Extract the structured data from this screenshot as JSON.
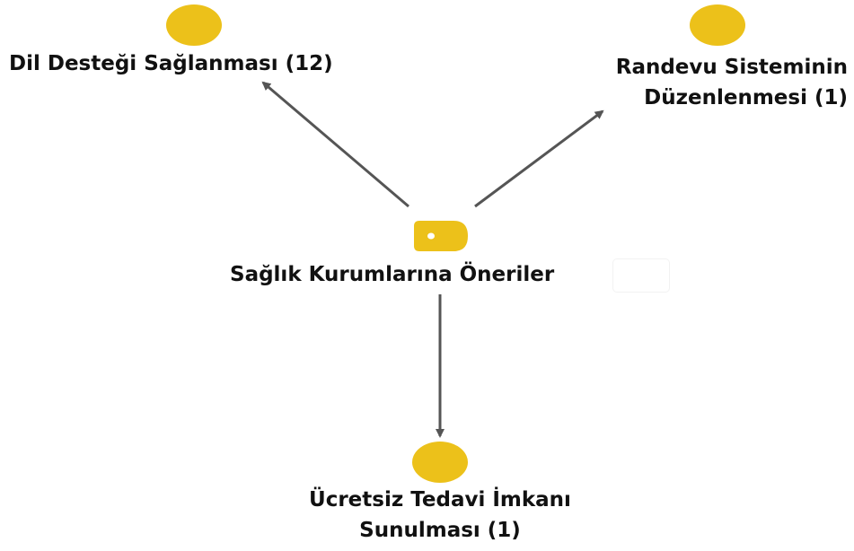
{
  "diagram": {
    "central_topic": "Sağlık Kurumlarına Öneriler",
    "branches": [
      {
        "label_line1": "Dil Desteği Sağlanması (12)"
      },
      {
        "label_line1": "Randevu Sisteminin",
        "label_line2": "Düzenlenmesi (1)"
      },
      {
        "label_line1": "Ücretsiz Tedavi İmkanı",
        "label_line2": "Sunulması (1)"
      }
    ]
  },
  "colors": {
    "node_fill": "#ecc11a",
    "edge": "#555555",
    "text": "#111111"
  },
  "icons": {
    "central": "tag-icon",
    "leaf": "circle-node-icon"
  }
}
